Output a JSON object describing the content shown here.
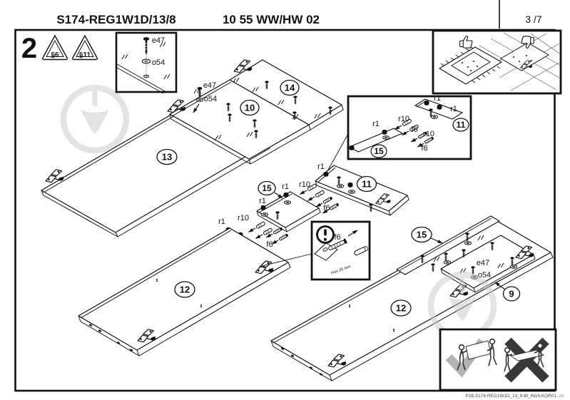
{
  "header": {
    "product_code": "S174-REG1W1D/13/8",
    "hardware_code": "10 55 WW/HW 02",
    "page": "3 /7"
  },
  "step": {
    "number": "2",
    "warning_refs": [
      "§6",
      "§11"
    ]
  },
  "parts": {
    "p9": "9",
    "p10": "10",
    "p11": "11",
    "p12": "12",
    "p13": "13",
    "p14": "14",
    "p15": "15"
  },
  "hardware": {
    "screw": "e47",
    "washer": "o54",
    "cam": "r1",
    "dowel": "r10",
    "bolt": "f6"
  },
  "warning_inset": {
    "depth_note": "max 25 mm"
  },
  "footer": {
    "doc_code": "P28-S174-REG1W1D_13_8-M_IN16-KOR01",
    "suffix": ".dw"
  },
  "colors": {
    "ink": "#111111",
    "watermark": "#c7c7c7",
    "check_ok": "#b3b3b3",
    "cross_bad": "#383838"
  }
}
